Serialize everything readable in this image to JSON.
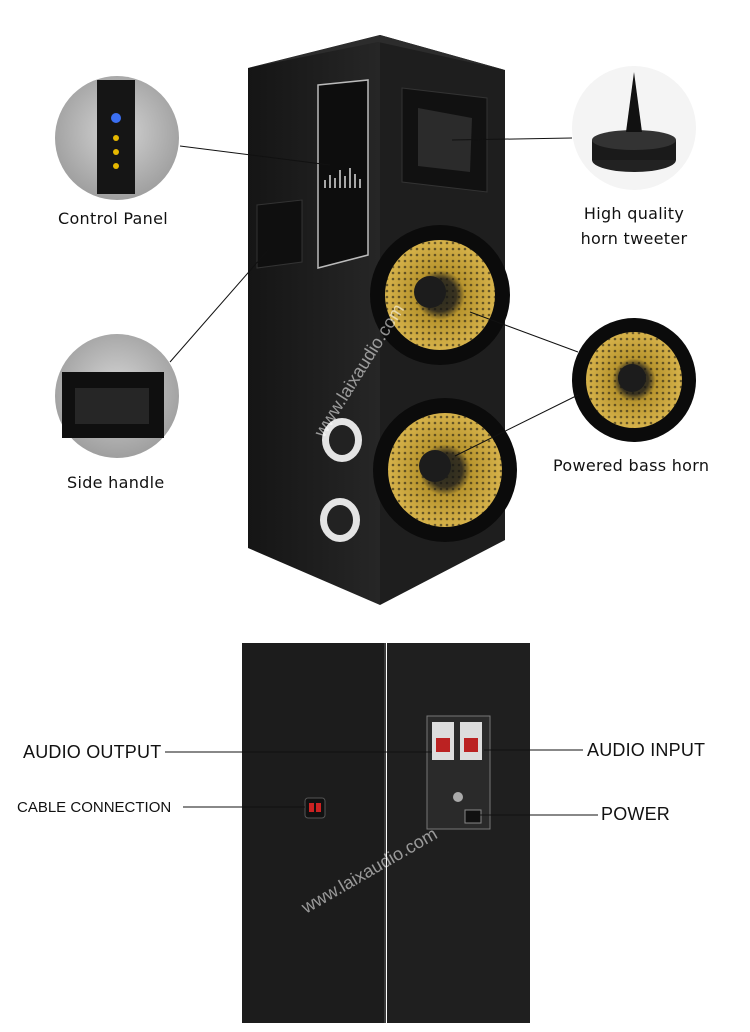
{
  "labels": {
    "control_panel": "Control Panel",
    "tweeter_line1": "High quality",
    "tweeter_line2": "horn tweeter",
    "side_handle": "Side handle",
    "bass_horn": "Powered bass horn",
    "audio_output": "AUDIO OUTPUT",
    "audio_input": "AUDIO INPUT",
    "cable_connection": "CABLE CONNECTION",
    "power": "POWER"
  },
  "watermark": "www.laixaudio.com",
  "colors": {
    "cabinet": "#1b1b1b",
    "woofer_cone": "#c9a43a",
    "chrome": "#cfcfcf"
  }
}
